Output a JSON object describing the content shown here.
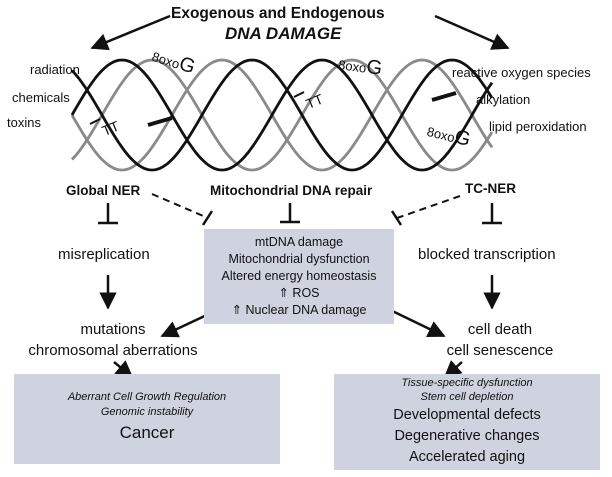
{
  "title": {
    "line1": "Exogenous and Endogenous",
    "line2": "DNA DAMAGE"
  },
  "left_sources": [
    "radiation",
    "chemicals",
    "toxins"
  ],
  "right_sources": [
    "reactive oxygen species",
    "alkylation",
    "lipid peroxidation"
  ],
  "lesions": {
    "oxo_prefix": "8oxo",
    "oxo_base": "G",
    "thymine_dimer": "TT"
  },
  "repair": {
    "global_ner": "Global NER",
    "mito_repair": "Mitochondrial DNA repair",
    "tc_ner": "TC-NER"
  },
  "left_path": {
    "step1": "misreplication",
    "step2_line1": "mutations",
    "step2_line2": "chromosomal aberrations"
  },
  "right_path": {
    "step1": "blocked transcription",
    "step2_line1": "cell death",
    "step2_line2": "cell senescence"
  },
  "center_box": [
    "mtDNA damage",
    "Mitochondrial dysfunction",
    "Altered energy homeostasis",
    "⇑ ROS",
    "⇑ Nuclear DNA damage"
  ],
  "left_box": {
    "line1": "Aberrant Cell Growth Regulation",
    "line2": "Genomic instability",
    "line3": "Cancer"
  },
  "right_box": {
    "line1": "Tissue-specific dysfunction",
    "line2": "Stem cell depletion",
    "line3": "Developmental defects",
    "line4": "Degenerative changes",
    "line5": "Accelerated aging"
  },
  "colors": {
    "box_fill": "#cfd3df",
    "strand_black": "#111111",
    "strand_gray": "#8a8a8a"
  }
}
